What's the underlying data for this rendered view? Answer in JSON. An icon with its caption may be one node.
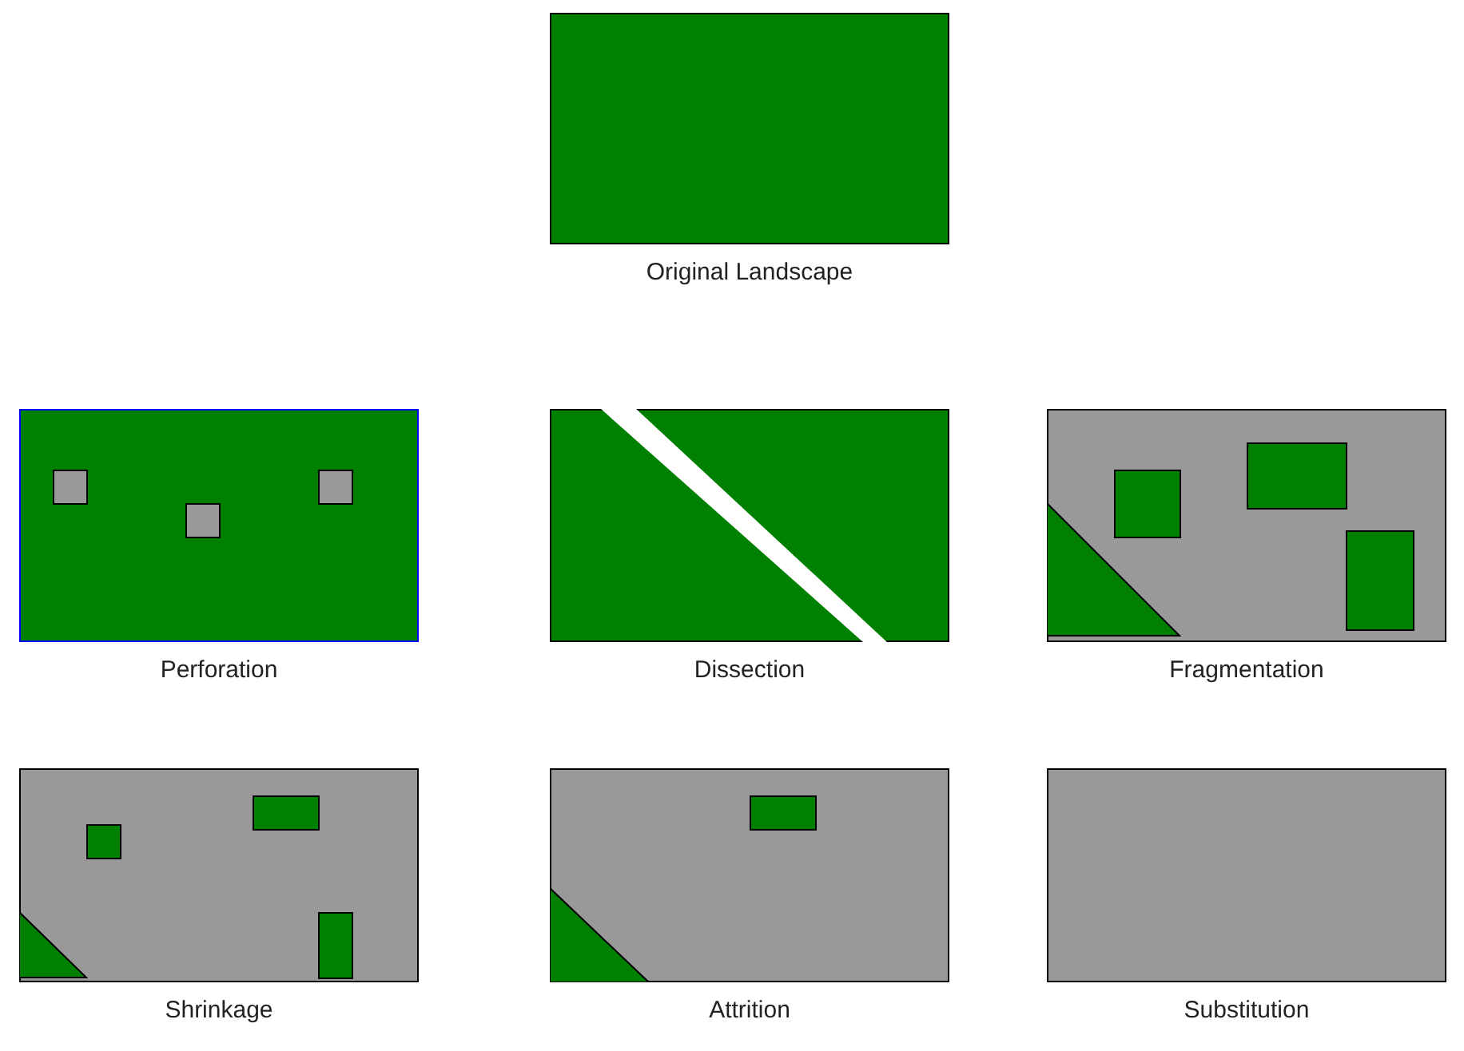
{
  "diagram": {
    "nodes": [
      {
        "text": [
          "Original Landscape"
        ]
      },
      {
        "text": [
          "Perforation"
        ]
      },
      {
        "text": [
          "Dissection"
        ]
      },
      {
        "text": [
          "Fragmentation"
        ]
      },
      {
        "text": [
          "Shrinkage"
        ]
      },
      {
        "text": [
          "Attrition"
        ]
      },
      {
        "text": [
          "Substitution"
        ]
      }
    ]
  }
}
